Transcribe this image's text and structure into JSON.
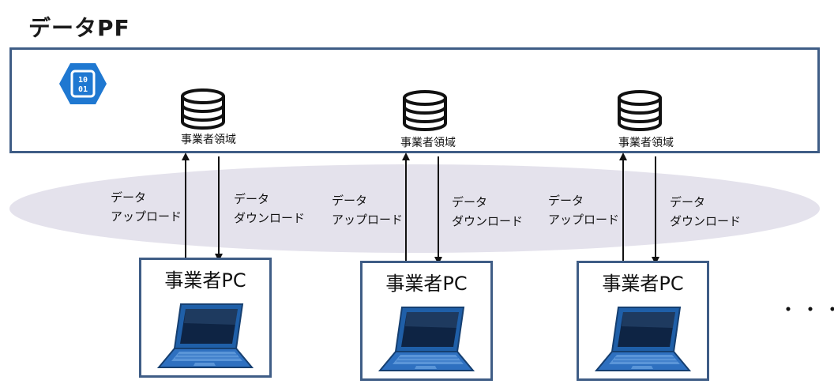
{
  "diagram": {
    "title": "データPF",
    "storage_areas": [
      {
        "label": "事業者領域",
        "icon": "database-icon"
      },
      {
        "label": "事業者領域",
        "icon": "database-icon"
      },
      {
        "label": "事業者領域",
        "icon": "database-icon"
      }
    ],
    "flows": [
      {
        "upload": [
          "データ",
          "アップロード"
        ],
        "download": [
          "データ",
          "ダウンロード"
        ]
      },
      {
        "upload": [
          "データ",
          "アップロード"
        ],
        "download": [
          "データ",
          "ダウンロード"
        ]
      },
      {
        "upload": [
          "データ",
          "アップロード"
        ],
        "download": [
          "データ",
          "ダウンロード"
        ]
      }
    ],
    "business_pcs": [
      {
        "label": "事業者PC",
        "icon": "laptop-icon"
      },
      {
        "label": "事業者PC",
        "icon": "laptop-icon"
      },
      {
        "label": "事業者PC",
        "icon": "laptop-icon"
      }
    ],
    "platform_icon": "binary-data-hexagon-icon",
    "more_indicator": "・・・",
    "colors": {
      "box_border": "#3f5d86",
      "hexagon": "#1f78d1",
      "ellipse_fill": "#e4e2ec",
      "laptop_body": "#1f5fa8"
    }
  }
}
